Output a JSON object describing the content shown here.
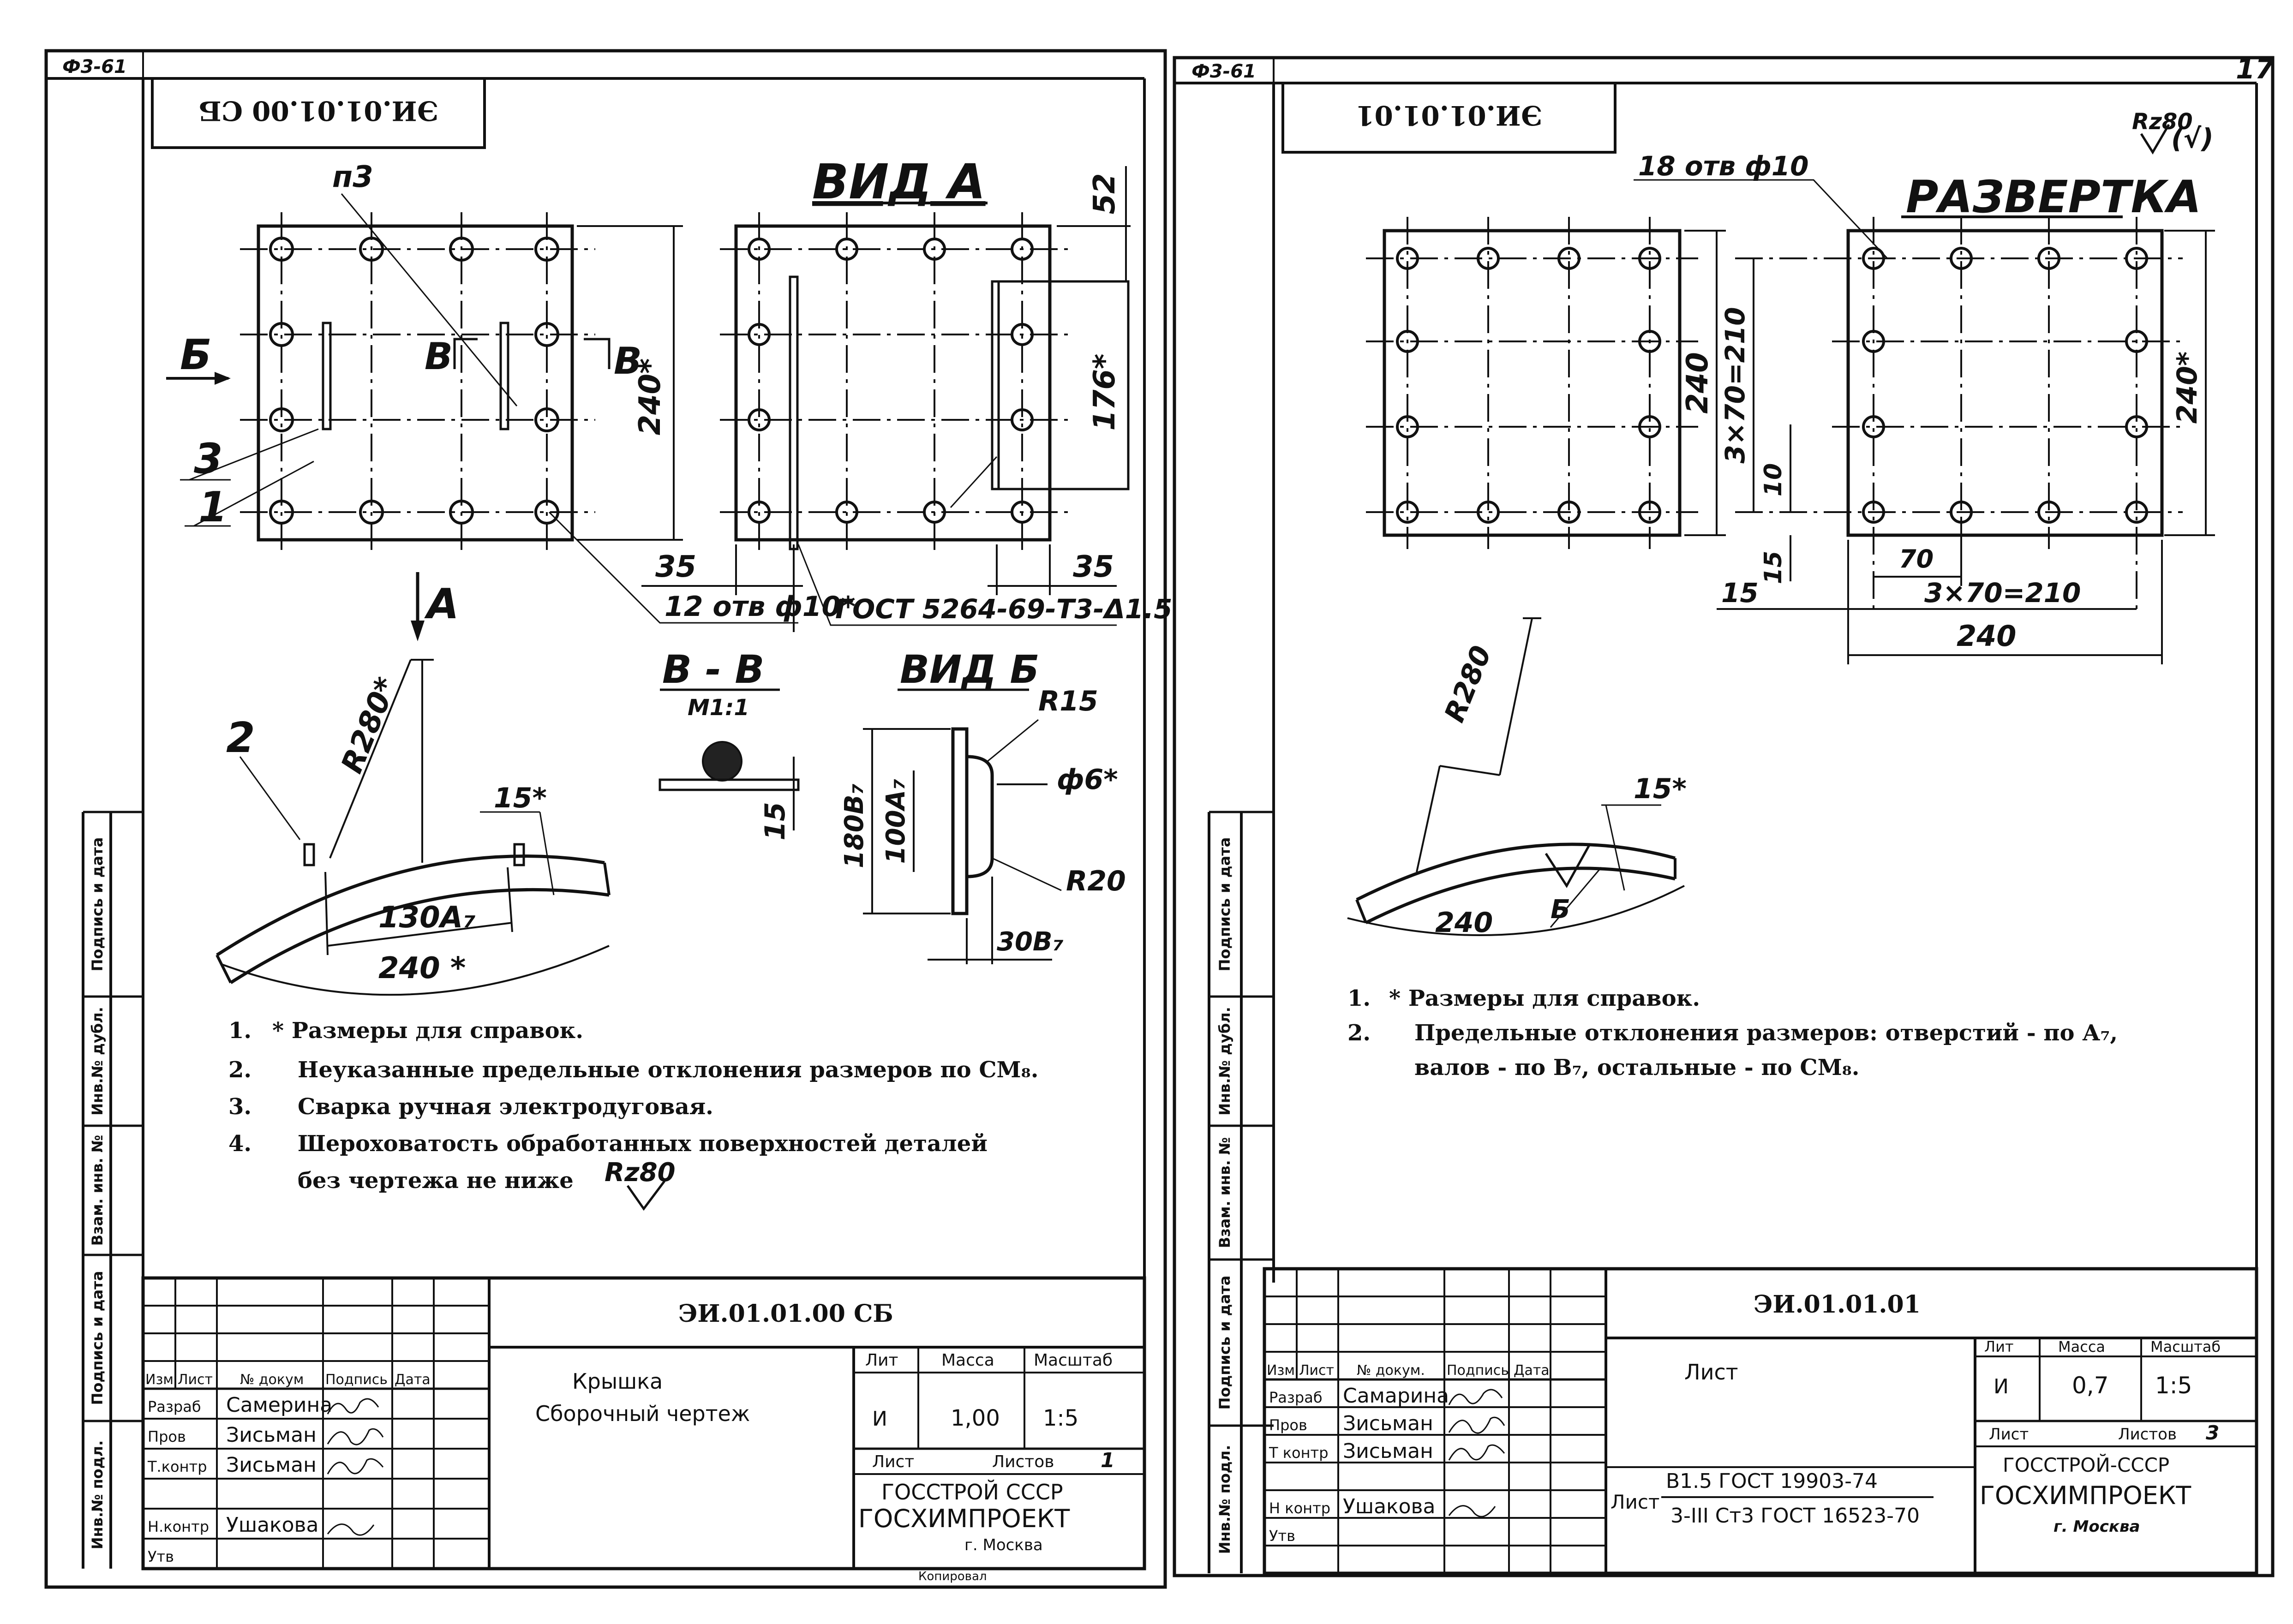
{
  "sheet_left": {
    "format_tag": "Ф3-61",
    "code_rotated": "ЭИ.01.01.00 СБ",
    "view_a_title": "ВИД А",
    "labels": {
      "p3": "п3",
      "b_arrow_left": "Б",
      "v_arrow_1": "В",
      "v_arrow_2": "В",
      "pos3": "3",
      "pos1": "1",
      "pos2": "2",
      "view_a_arrow": "А",
      "dim_240_star": "240*",
      "dim_52": "52",
      "dim_176_star": "176*",
      "dim_35_left": "35",
      "dim_35_right": "35",
      "holes": "12 отв ф10*",
      "weld": "ГОСТ 5264-69-Т3-Δ1.5",
      "radius": "R280*",
      "dim_15_star": "15*",
      "dim_130": "130А₇",
      "dim_240_arc": "240 *",
      "section_title": "В - В",
      "section_scale": "М1:1",
      "dim_15_section": "15",
      "view_b_title": "ВИД Б",
      "r15": "R15",
      "r20": "R20",
      "dim_180": "180В₇",
      "dim_100": "100А₇",
      "dia6": "ф6*",
      "dim_30": "30В₇"
    },
    "notes": [
      {
        "num": "1.",
        "text": "* Размеры для справок."
      },
      {
        "num": "2.",
        "text": "Неуказанные предельные отклонения размеров по СМ₈."
      },
      {
        "num": "3.",
        "text": "Сварка ручная электродуговая."
      },
      {
        "num": "4.",
        "text": "Шероховатость обработанных поверхностей деталей"
      },
      {
        "num": "",
        "text": "без чертежа не ниже"
      }
    ],
    "roughness_note": "Rz80",
    "side_stamp": [
      "Подпись и дата",
      "Инв.№ дубл.",
      "Взам. инв. №",
      "Подпись и дата",
      "Инв.№ подл."
    ],
    "title_block": {
      "code": "ЭИ.01.01.00 СБ",
      "name": "Крышка",
      "doc_type": "Сборочный чертеж",
      "headers": [
        "Изм",
        "Лист",
        "№ докум",
        "Подпись",
        "Дата"
      ],
      "roles": [
        "Разраб",
        "Пров",
        "Т.контр",
        "Н.контр",
        "Утв"
      ],
      "people": [
        "Самерина",
        "Зисьман",
        "Зисьман",
        "",
        "Ушакова"
      ],
      "lit_label": "Лит",
      "mass_label": "Масса",
      "scale_label": "Масштаб",
      "lit_value": "И",
      "mass_value": "1,00",
      "scale_value": "1:5",
      "sheet_label": "Лист",
      "sheets_label": "Листов",
      "sheets_value": "1",
      "org1": "ГОССТРОЙ СССР",
      "org2": "ГОСХИМПРОЕКТ",
      "city": "г. Москва",
      "copy": "Копировал"
    }
  },
  "sheet_right": {
    "format_tag": "Ф3-61",
    "code_rotated": "ЭИ.01.01.01",
    "page_number": "17",
    "roughness_top": "Rz80",
    "roughness_mark": "(√)",
    "unfold_title": "РАЗВЕРТКА",
    "labels": {
      "holes": "18 отв ф10",
      "dim_240_left": "240",
      "dim_3x70_v": "3×70=210",
      "dim_10": "10",
      "dim_15v": "15",
      "dim_240_star": "240*",
      "dim_70": "70",
      "dim_15h": "15",
      "dim_3x70_h": "3×70=210",
      "dim_240_bottom": "240",
      "radius": "R280",
      "dim_15_star": "15*",
      "dim_240_arc": "240",
      "mark": "Б"
    },
    "notes": [
      {
        "num": "1.",
        "text": "* Размеры для справок."
      },
      {
        "num": "2.",
        "text": "Предельные отклонения размеров: отверстий - по А₇,"
      },
      {
        "num": "",
        "text": "валов - по В₇, остальные - по СМ₈."
      }
    ],
    "side_stamp": [
      "Подпись и дата",
      "Инв.№ дубл.",
      "Взам. инв. №",
      "Подпись и дата",
      "Инв.№ подл."
    ],
    "title_block": {
      "code": "ЭИ.01.01.01",
      "name": "Лист",
      "headers": [
        "Изм",
        "Лист",
        "№ докум.",
        "Подпись",
        "Дата"
      ],
      "roles": [
        "Разраб",
        "Пров",
        "Т контр",
        "Н контр",
        "Утв"
      ],
      "people": [
        "Самарина",
        "Зисьман",
        "Зисьман",
        "Ушакова",
        ""
      ],
      "lit_label": "Лит",
      "mass_label": "Масса",
      "scale_label": "Масштаб",
      "lit_value": "И",
      "mass_value": "0,7",
      "scale_value": "1:5",
      "sheet_label": "Лист",
      "sheets_label": "Листов",
      "sheets_value": "3",
      "material_prefix": "Лист",
      "material_top": "В1.5 ГОСТ 19903-74",
      "material_bottom": "3-III Ст3 ГОСТ 16523-70",
      "org1": "ГОССТРОЙ-СССР",
      "org2": "ГОСХИМПРОЕКТ",
      "city": "г. Москва"
    }
  }
}
